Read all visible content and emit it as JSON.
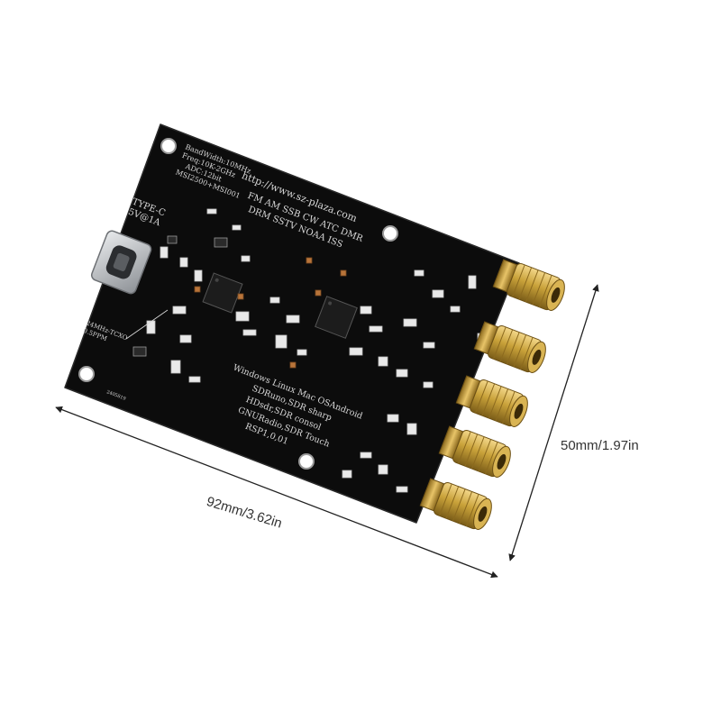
{
  "image": {
    "subject": "SDR receiver circuit board",
    "colors": {
      "background": "#ffffff",
      "pcb": "#0c0c0c",
      "silkscreen": "#d8d8d8",
      "connector_gold": "#c9a23a",
      "usb_metal": "#b9bcc0"
    }
  },
  "dimensions": {
    "width_label": "92mm/3.62in",
    "height_label": "50mm/1.97in"
  },
  "silkscreen": {
    "specs": [
      "BandWidth:10MHz",
      "Freq:10K-2GHz",
      "ADC:12bit",
      "MSI2500+MSI001"
    ],
    "url": "http://www.sz-plaza.com",
    "modes_1": "FM AM SSB CW ATC DMR",
    "modes_2": "DRM SSTV NOAA ISS",
    "usb_label_1": "TYPE-C",
    "usb_label_2": "5V@1A",
    "tcxo_1": "24MHz-TCXO",
    "tcxo_2": "0.5PPM",
    "software": [
      "Windows Linux Mac OSAndroid",
      "SDRuno,SDR sharp",
      "HDsdr,SDR consol",
      "GNURadio,SDR Touch",
      "RSP1,0,01"
    ],
    "serial": "2405819"
  }
}
